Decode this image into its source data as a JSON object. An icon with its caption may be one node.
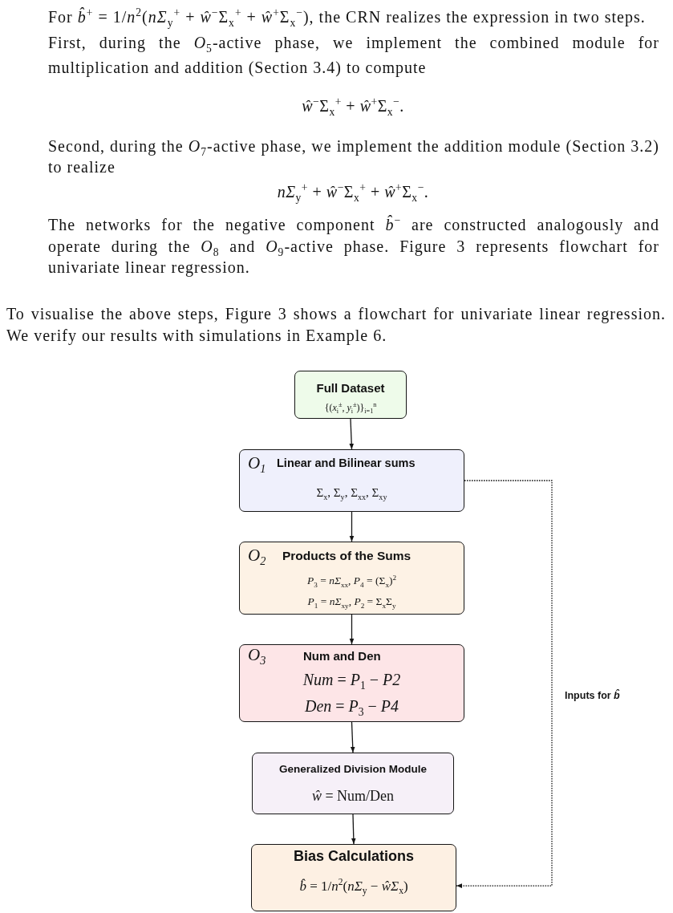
{
  "diagram": {
    "nodes": [
      {
        "text": [
          "Full Dataset",
          "{(*x*$_{i}$$^{±}$, *y*$_{i}$$^{±}$)}$_{i=1}$$^{n}$"
        ]
      },
      {
        "text": [
          "O$_{1}$",
          "Linear and Bilinear sums",
          "Σ$_{x}$, Σ$_{y}$, Σ$_{xx}$, Σ$_{xy}$"
        ]
      },
      {
        "text": [
          "O$_{2}$",
          "Products of the Sums",
          "*P*$_{3}$ = *nΣ*$_{xx}$, *P*$_{4}$ = (Σ$_{x}$)$^{2}$",
          "*P*$_{1}$ = *nΣ*$_{xy}$, *P*$_{2}$ = Σ$_{x}$Σ$_{y}$"
        ]
      },
      {
        "text": [
          "O$_{3}$",
          "Num and Den",
          "*Num* = *P*$_{1}$ − *P2*",
          "*Den* = *P*$_{3}$ − *P4*"
        ]
      },
      {
        "text": [
          "Generalized Division Module",
          "*ŵ* = Num/Den"
        ]
      },
      {
        "text": [
          "Bias Calculations",
          "*b̂* = 1/*n*$^{2}$(*nΣ*$_{y}$ − *ŵΣ*$_{x}$)"
        ]
      }
    ],
    "edges": [
      {
        "from": 0,
        "to": 1,
        "arrow": "to"
      },
      {
        "from": 1,
        "to": 2,
        "arrow": "to"
      },
      {
        "from": 2,
        "to": 3,
        "arrow": "to"
      },
      {
        "from": 3,
        "to": 4,
        "arrow": "to"
      },
      {
        "from": 4,
        "to": 5,
        "arrow": "to"
      },
      {
        "from": 1,
        "to": 5,
        "arrow": "to",
        "style": "dashed",
        "label": "Inputs for *b̂*"
      }
    ],
    "labels": [
      "For *b̂*$^{+}$ = 1/*n*$^{2}$(*nΣ*$_{y}$$^{+}$ + *ŵ*$^{−}$Σ$_{x}$$^{+}$ + *ŵ*$^{+}$Σ$_{x}$$^{−}$), the CRN realizes the expression in two steps.",
      "First, during the *O*$_{5}$-active phase, we implement the combined module for multiplication and addition (Section 3.4) to compute",
      "*ŵ*$^{−}$Σ$_{x}$$^{+}$ + *ŵ*$^{+}$Σ$_{x}$$^{−}$.",
      "Second, during the *O*$_{7}$-active phase, we implement the addition module (Section 3.2) to realize",
      "*nΣ*$_{y}$$^{+}$ + *ŵ*$^{−}$Σ$_{x}$$^{+}$ + *ŵ*$^{+}$Σ$_{x}$$^{−}$.",
      "The networks for the negative component *b̂*$^{−}$ are constructed analogously and operate during the *O*$_{8}$ and *O*$_{9}$-active phase. Figure 3 represents flowchart for univariate linear regression.",
      "To visualise the above steps, Figure 3 shows a flowchart for univariate linear regression. We verify our results with simulations in Example 6."
    ]
  }
}
